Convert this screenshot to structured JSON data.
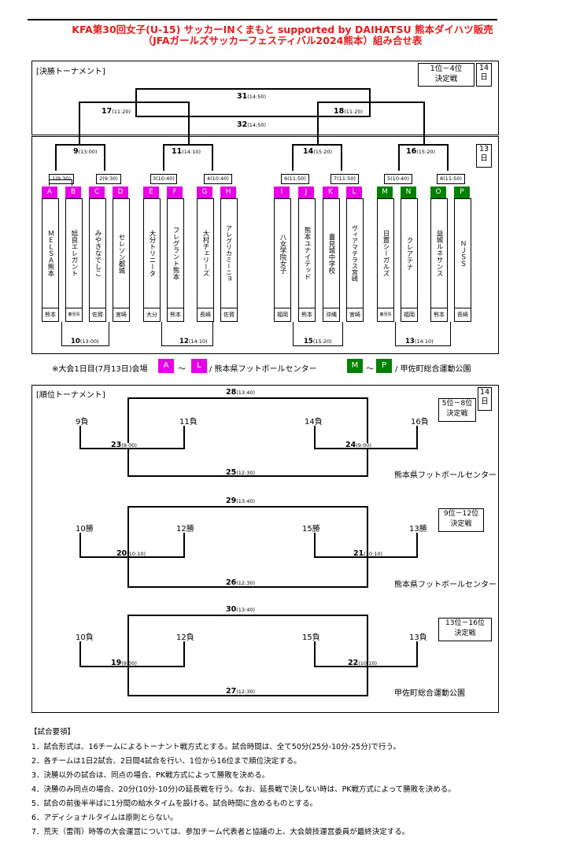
{
  "header": {
    "title_line1": "KFA第30回女子(U-15) サッカーINくまもと supported by DAIHATSU 熊本ダイハツ販売",
    "title_line2": "（JFAガールズサッカーフェスティバル2024熊本）組み合せ表"
  },
  "final": {
    "label": "[決勝トーナメント]",
    "rank_label": "1位－4位\n決定戦",
    "day14": "14\n日",
    "day13": "13\n日",
    "m31": "31",
    "m31_t": "(14:50)",
    "m32": "32",
    "m32_t": "(14:50)",
    "m17": "17",
    "m17_t": "(11:20)",
    "m18": "18",
    "m18_t": "(11:20)",
    "m9": "9",
    "m9_t": "(13:00)",
    "m11": "11",
    "m11_t": "(14:10)",
    "m14": "14",
    "m14_t": "(15:20)",
    "m16": "16",
    "m16_t": "(15:20)",
    "small": [
      "1(9:30)",
      "2(9:30)",
      "3(10:40)",
      "4(10:40)",
      "6(11:50)",
      "7(11:50)",
      "5(10:40)",
      "8(11:50)"
    ],
    "bottom": [
      {
        "n": "10",
        "t": "(13:00)"
      },
      {
        "n": "12",
        "t": "(14:10)"
      },
      {
        "n": "15",
        "t": "(15:20)"
      },
      {
        "n": "13",
        "t": "(14:10)"
      }
    ],
    "teams": [
      {
        "letter": "A",
        "name": "ＭＥＬＳＡ熊本",
        "pref": "熊本"
      },
      {
        "letter": "B",
        "name": "姶良エレガント",
        "pref": "鹿児島"
      },
      {
        "letter": "C",
        "name": "みやきなでしこ",
        "pref": "佐賀"
      },
      {
        "letter": "D",
        "name": "セレソン都城",
        "pref": "宮崎"
      },
      {
        "letter": "E",
        "name": "大分トリニータ",
        "pref": "大分"
      },
      {
        "letter": "F",
        "name": "フレグラント熊本",
        "pref": "熊本"
      },
      {
        "letter": "G",
        "name": "大村チェリーズ",
        "pref": "長崎"
      },
      {
        "letter": "H",
        "name": "アレグリカミーニョ",
        "pref": "佐賀"
      },
      {
        "letter": "I",
        "name": "八女学院女子",
        "pref": "福岡"
      },
      {
        "letter": "J",
        "name": "熊本ユナイテッド",
        "pref": "熊本"
      },
      {
        "letter": "K",
        "name": "豊見城中学校",
        "pref": "沖縄"
      },
      {
        "letter": "L",
        "name": "ヴィアマテラス宮崎",
        "pref": "宮崎"
      },
      {
        "letter": "M",
        "name": "日置シーガルズ",
        "pref": "鹿児島"
      },
      {
        "letter": "N",
        "name": "クレアテナ",
        "pref": "福岡"
      },
      {
        "letter": "O",
        "name": "益城ルネサンス",
        "pref": "熊本"
      },
      {
        "letter": "P",
        "name": "ＮＪＳＳ",
        "pref": "長崎"
      }
    ]
  },
  "venue_note": {
    "prefix": "※大会1日目(7月13日)会場",
    "a": "A",
    "tilde1": "～",
    "l": "L",
    "venue1": "/ 熊本県フットボールセンター",
    "m": "M",
    "tilde2": "～",
    "p": "P",
    "venue2": "/ 甲佐町総合運動公園"
  },
  "ranking": {
    "label": "[順位トーナメント]",
    "day14": "14\n日",
    "g1": {
      "rank": "5位－8位\n決定戦",
      "top": "28",
      "top_t": "(13:40)",
      "l1": "9負",
      "l2": "11負",
      "l3": "14負",
      "l4": "16負",
      "ml": "23",
      "ml_t": "(9:00)",
      "mr": "24",
      "mr_t": "(9:00)",
      "bot": "25",
      "bot_t": "(12:30)",
      "venue": "熊本県フットボールセンター"
    },
    "g2": {
      "rank": "9位－12位\n決定戦",
      "top": "29",
      "top_t": "(13:40)",
      "l1": "10勝",
      "l2": "12勝",
      "l3": "15勝",
      "l4": "13勝",
      "ml": "20",
      "ml_t": "(10:10)",
      "mr": "21",
      "mr_t": "(10:10)",
      "bot": "26",
      "bot_t": "(12:30)",
      "venue": "熊本県フットボールセンター"
    },
    "g3": {
      "rank": "13位－16位\n決定戦",
      "top": "30",
      "top_t": "(13:40)",
      "l1": "10負",
      "l2": "12負",
      "l3": "15負",
      "l4": "13負",
      "ml": "19",
      "ml_t": "(9:00)",
      "mr": "22",
      "mr_t": "(10:10)",
      "bot": "27",
      "bot_t": "(12:30)",
      "venue": "甲佐町総合運動公園"
    }
  },
  "rules": {
    "heading": "【試合要領】",
    "items": [
      "1．試合形式は、16チームによるトーナント戦方式とする。試合時間は、全て50分(25分‐10分‐25分)で行う。",
      "2．各チームは1日2試合、2日間4試合を行い、1位から16位まで順位決定する。",
      "3．決勝以外の試合は、同点の場合、PK戦方式によって勝敗を決める。",
      "4．決勝のみ同点の場合、20分(10分‐10分)の延長戦を行う。なお、延長戦で決しない時は、PK戦方式によって勝敗を決める。",
      "5．試合の前後半半ばに1分間の給水タイムを設ける。試合時間に含めるものとする。",
      "6．アディショナルタイムは原則とらない。",
      "7．荒天（雷雨）時等の大会運営については、参加チーム代表者と協議の上、大会競技運営委員が最終決定する。"
    ]
  },
  "colors": {
    "magenta": "#e600e6",
    "green": "#008000",
    "title_red": "#e8191b"
  }
}
